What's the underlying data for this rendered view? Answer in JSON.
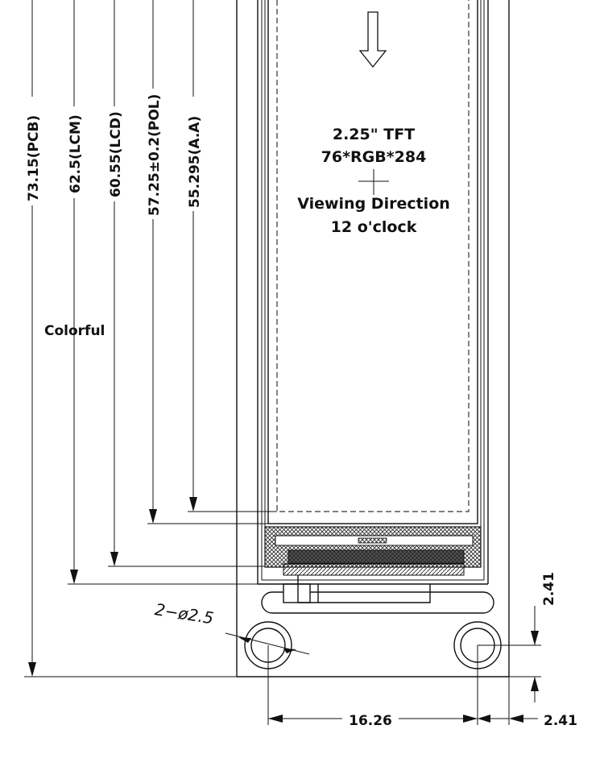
{
  "dimensions": {
    "pcb_height": "73.15(PCB)",
    "lcm_height": "62.5(LCM)",
    "lcd_height": "60.55(LCD)",
    "pol_height": "57.25±0.2(POL)",
    "active_area_height": "55.295(A.A)",
    "hole_pitch": "16.26",
    "hole_offset_vertical": "2.41",
    "hole_offset_horizontal": "2.41",
    "hole_callout": "2−ø2.5"
  },
  "panel": {
    "size_type": "2.25\" TFT",
    "resolution": "76*RGB*284",
    "viewing_label": "Viewing Direction",
    "viewing_value": "12 o'clock"
  },
  "labels": {
    "colorful": "Colorful"
  }
}
